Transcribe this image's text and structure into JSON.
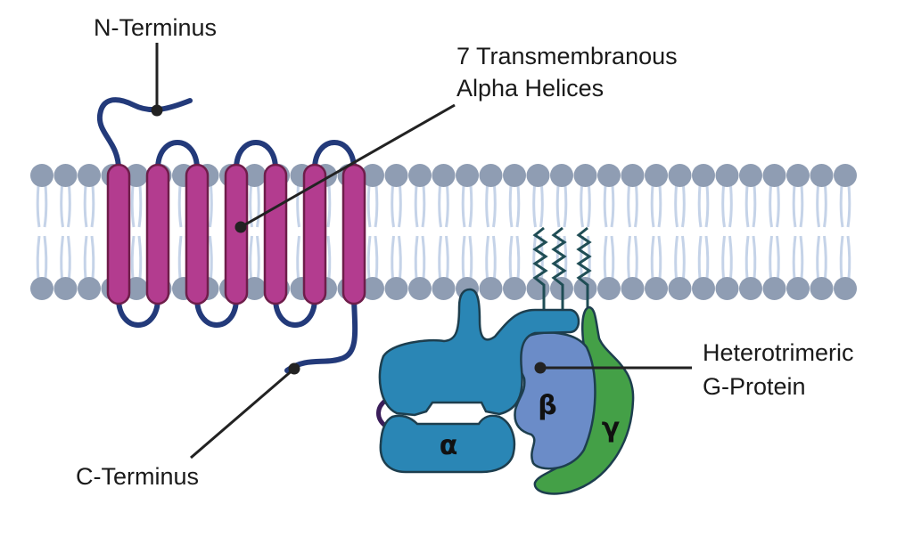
{
  "labels": {
    "n_terminus": "N-Terminus",
    "transmembrane_line1": "7 Transmembranous",
    "transmembrane_line2": "Alpha Helices",
    "g_protein_line1": "Heterotrimeric",
    "g_protein_line2": "G-Protein",
    "c_terminus": "C-Terminus"
  },
  "subunits": {
    "alpha": "α",
    "beta": "β",
    "gamma": "γ"
  },
  "colors": {
    "lipid_head": "#8f9db3",
    "lipid_tail": "#c5d3e8",
    "helix": "#b33c8f",
    "helix_stroke": "#6e1d4a",
    "loop": "#233a7a",
    "alpha": "#2a86b5",
    "beta": "#6b8cc8",
    "gamma": "#44a047",
    "outline": "#1d3e4e"
  }
}
